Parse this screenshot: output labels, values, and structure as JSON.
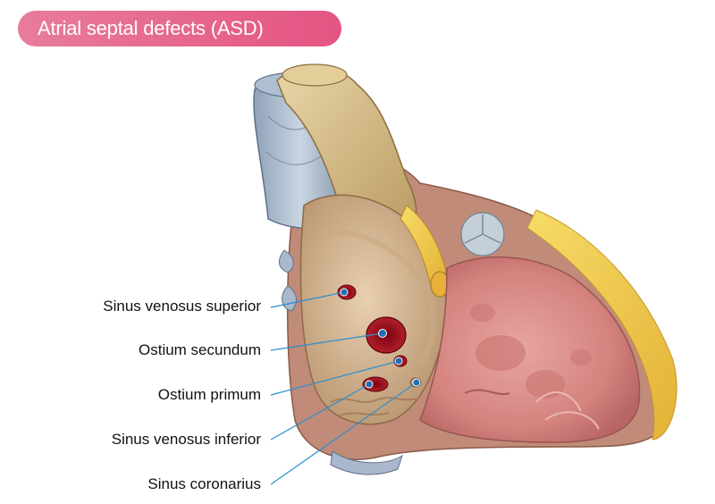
{
  "title": "Atrial septal defects (ASD)",
  "colors": {
    "title_pill": "#e45482",
    "leader_line": "#2a8fcf",
    "marker_dot": "#1d6fb8"
  },
  "labels": [
    {
      "id": "sinus-venosus-superior",
      "text": "Sinus venosus superior"
    },
    {
      "id": "ostium-secundum",
      "text": "Ostium secundum"
    },
    {
      "id": "ostium-primum",
      "text": "Ostium primum"
    },
    {
      "id": "sinus-venosus-inferior",
      "text": "Sinus venosus inferior"
    },
    {
      "id": "sinus-coronarius",
      "text": "Sinus coronarius"
    }
  ]
}
